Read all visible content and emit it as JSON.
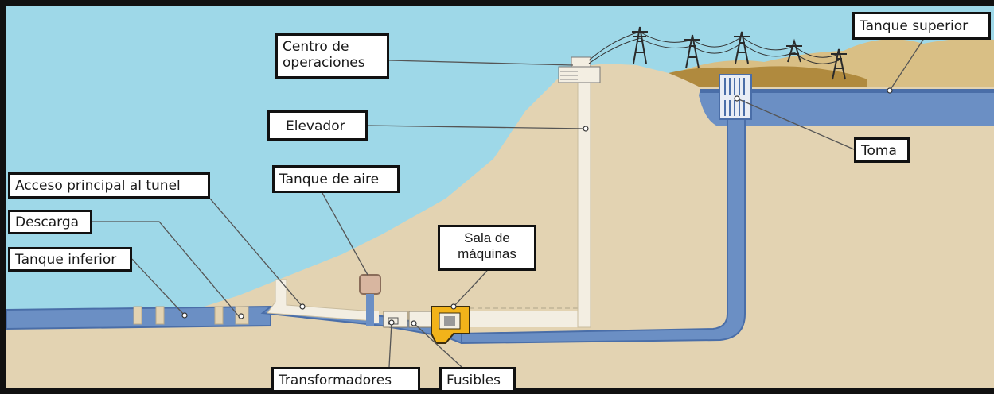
{
  "labels": {
    "centro_line1": "Centro de",
    "centro_line2": "operaciones",
    "elevador": "Elevador",
    "tanque_aire": "Tanque de aire",
    "acceso": "Acceso principal al tunel",
    "descarga": "Descarga",
    "tanque_inferior": "Tanque inferior",
    "sala_line1": "Sala de",
    "sala_line2": "máquinas",
    "transformadores": "Transformadores",
    "fusibles": "Fusibles",
    "toma": "Toma",
    "tanque_superior": "Tanque superior"
  },
  "colors": {
    "sky": "#9ed8e8",
    "ground": "#e3d3b2",
    "hill_top": "#b08a3e",
    "water": "#6b8fc4",
    "water_dark": "#4a6ea8",
    "tunnel": "#f3eee2",
    "machine": "#f2b31a",
    "frame": "#111111"
  }
}
